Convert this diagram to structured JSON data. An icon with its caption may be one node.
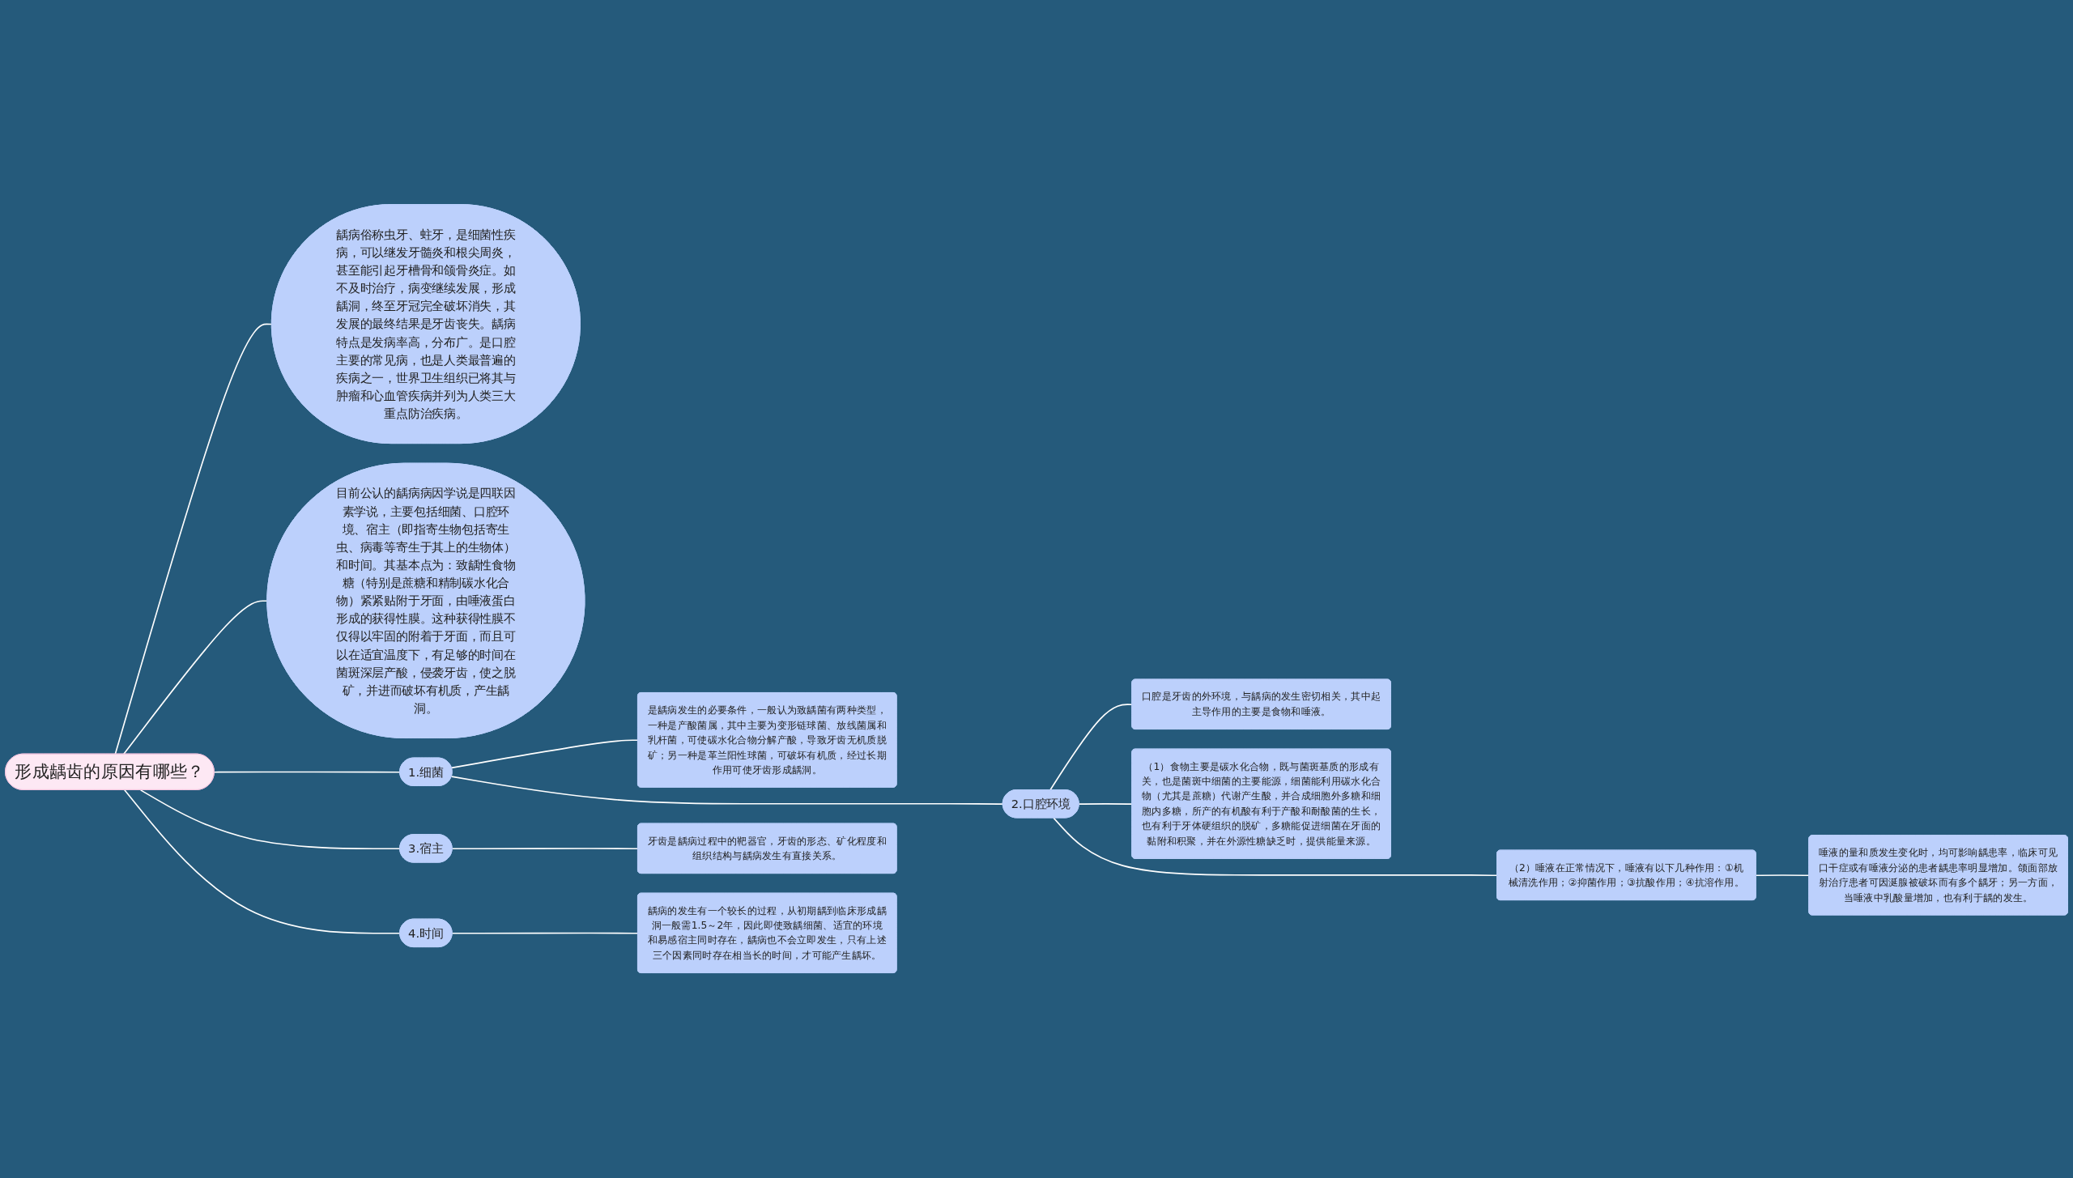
{
  "diagram": {
    "nodes": [
      {
        "text": [
          "形成龋齿的原因有哪些？"
        ]
      },
      {
        "text": [
          "龋病俗称虫牙、蛀牙，是细菌性疾病，可以继发牙髓炎和根尖周炎，甚至能引起牙槽骨和颌骨炎症。如不及时治疗，病变继续发展，形成龋洞，终至牙冠完全破坏消失，其发展的最终结果是牙齿丧失。龋病特点是发病率高，分布广。是口腔主要的常见病，也是人类最普遍的疾病之一，世界卫生组织已将其与肿瘤和心血管疾病并列为人类三大重点防治疾病。"
        ]
      },
      {
        "text": [
          "目前公认的龋病病因学说是四联因素学说，主要包括细菌、口腔环境、宿主（即指寄生物包括寄生虫、病毒等寄生于其上的生物体）和时间。其基本点为：致龋性食物糖（特别是蔗糖和精制碳水化合物）紧紧贴附于牙面，由唾液蛋白形成的获得性膜。这种获得性膜不仅得以牢固的附着于牙面，而且可以在适宜温度下，有足够的时间在菌斑深层产酸，侵袭牙齿，使之脱矿，并进而破坏有机质，产生龋洞。"
        ]
      },
      {
        "text": [
          "1.细菌"
        ]
      },
      {
        "text": [
          "是龋病发生的必要条件，一般认为致龋菌有两种类型，一种是产酸菌属，其中主要为变形链球菌、放线菌属和乳杆菌，可使碳水化合物分解产酸，导致牙齿无机质脱矿；另一种是革兰阳性球菌，可破坏有机质，经过长期作用可使牙齿形成龋洞。"
        ]
      },
      {
        "text": [
          "2.口腔环境"
        ]
      },
      {
        "text": [
          "口腔是牙齿的外环境，与龋病的发生密切相关，其中起主导作用的主要是食物和唾液。"
        ]
      },
      {
        "text": [
          "（1）食物主要是碳水化合物，既与菌斑基质的形成有关，也是菌斑中细菌的主要能源，细菌能利用碳水化合物（尤其是蔗糖）代谢产生酸，并合成细胞外多糖和细胞内多糖，所产的有机酸有利于产酸和耐酸菌的生长，也有利于牙体硬组织的脱矿，多糖能促进细菌在牙面的黏附和积聚，并在外源性糖缺乏时，提供能量来源。"
        ]
      },
      {
        "text": [
          "（2）唾液在正常情况下，唾液有以下几种作用：①机械清洗作用；②抑菌作用；③抗酸作用；④抗溶作用。"
        ]
      },
      {
        "text": [
          "唾液的量和质发生变化时，均可影响龋患率，临床可见口干症或有唾液分泌的患者龋患率明显增加。颌面部放射治疗患者可因涎腺被破坏而有多个龋牙；另一方面，当唾液中乳酸量增加，也有利于龋的发生。"
        ]
      },
      {
        "text": [
          "3.宿主"
        ]
      },
      {
        "text": [
          "牙齿是龋病过程中的靶器官，牙齿的形态、矿化程度和组织结构与龋病发生有直接关系。"
        ]
      },
      {
        "text": [
          "4.时间"
        ]
      },
      {
        "text": [
          "龋病的发生有一个较长的过程，从初期龋到临床形成龋洞一般需1.5～2年，因此即使致龋细菌、适宜的环境和易感宿主同时存在，龋病也不会立即发生，只有上述三个因素同时存在相当长的时间，才可能产生龋坏。"
        ]
      }
    ],
    "edges": [
      {
        "from": 0,
        "to": 1,
        "arrow": "none"
      },
      {
        "from": 0,
        "to": 2,
        "arrow": "none"
      },
      {
        "from": 0,
        "to": 3,
        "arrow": "none"
      },
      {
        "from": 3,
        "to": 4,
        "arrow": "none"
      },
      {
        "from": 3,
        "to": 5,
        "arrow": "none"
      },
      {
        "from": 5,
        "to": 6,
        "arrow": "none"
      },
      {
        "from": 5,
        "to": 7,
        "arrow": "none"
      },
      {
        "from": 5,
        "to": 8,
        "arrow": "none"
      },
      {
        "from": 8,
        "to": 9,
        "arrow": "none"
      },
      {
        "from": 0,
        "to": 10,
        "arrow": "none"
      },
      {
        "from": 10,
        "to": 11,
        "arrow": "none"
      },
      {
        "from": 0,
        "to": 12,
        "arrow": "none"
      },
      {
        "from": 12,
        "to": 13,
        "arrow": "none"
      }
    ]
  }
}
